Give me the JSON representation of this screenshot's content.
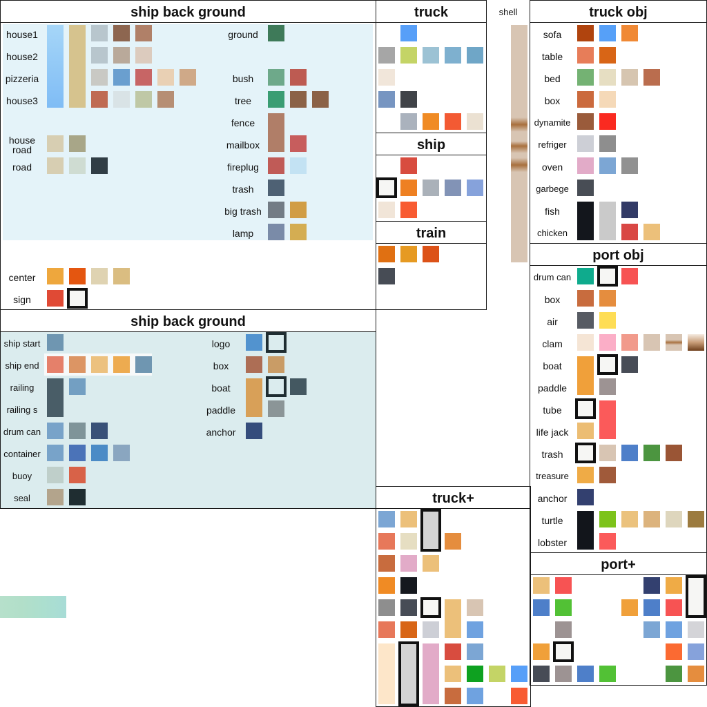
{
  "sections": {
    "ship_bg_top": {
      "title": "ship back ground",
      "labels": {
        "house1": "house1",
        "house2": "house2",
        "pizzeria": "pizzeria",
        "house3": "house3",
        "house_road": "house\nroad",
        "road": "road",
        "ground": "ground",
        "bush": "bush",
        "tree": "tree",
        "fence": "fence",
        "mailbox": "mailbox",
        "fireplug": "fireplug",
        "trash": "trash",
        "big_trash": "big trash",
        "lamp": "lamp",
        "center": "center",
        "sign": "sign"
      }
    },
    "ship_bg_bottom": {
      "title": "ship back ground",
      "labels": {
        "ship_start": "ship start",
        "ship_end": "ship end",
        "railing": "railing",
        "railing_s": "railing s",
        "drum_can": "drum can",
        "container": "container",
        "buoy": "buoy",
        "seal": "seal",
        "logo": "logo",
        "box": "box",
        "boat": "boat",
        "paddle": "paddle",
        "anchor": "anchor"
      }
    },
    "truck": {
      "title": "truck"
    },
    "shell": {
      "title": "shell"
    },
    "ship": {
      "title": "ship"
    },
    "train": {
      "title": "train"
    },
    "truck_obj": {
      "title": "truck obj",
      "labels": {
        "sofa": "sofa",
        "table": "table",
        "bed": "bed",
        "box": "box",
        "dynamite": "dynamite",
        "refriger": "refriger",
        "oven": "oven",
        "garbege": "garbege",
        "fish": "fish",
        "chicken": "chicken"
      }
    },
    "port_obj": {
      "title": "port obj",
      "labels": {
        "drum_can": "drum can",
        "box": "box",
        "air": "air",
        "clam": "clam",
        "boat": "boat",
        "paddle": "paddle",
        "tube": "tube",
        "life_jack": "life jack",
        "trash": "trash",
        "treasure": "treasure",
        "anchor": "anchor",
        "turtle": "turtle",
        "lobster": "lobster"
      }
    },
    "truck_plus": {
      "title": "truck+"
    },
    "port_plus": {
      "title": "port+"
    }
  }
}
